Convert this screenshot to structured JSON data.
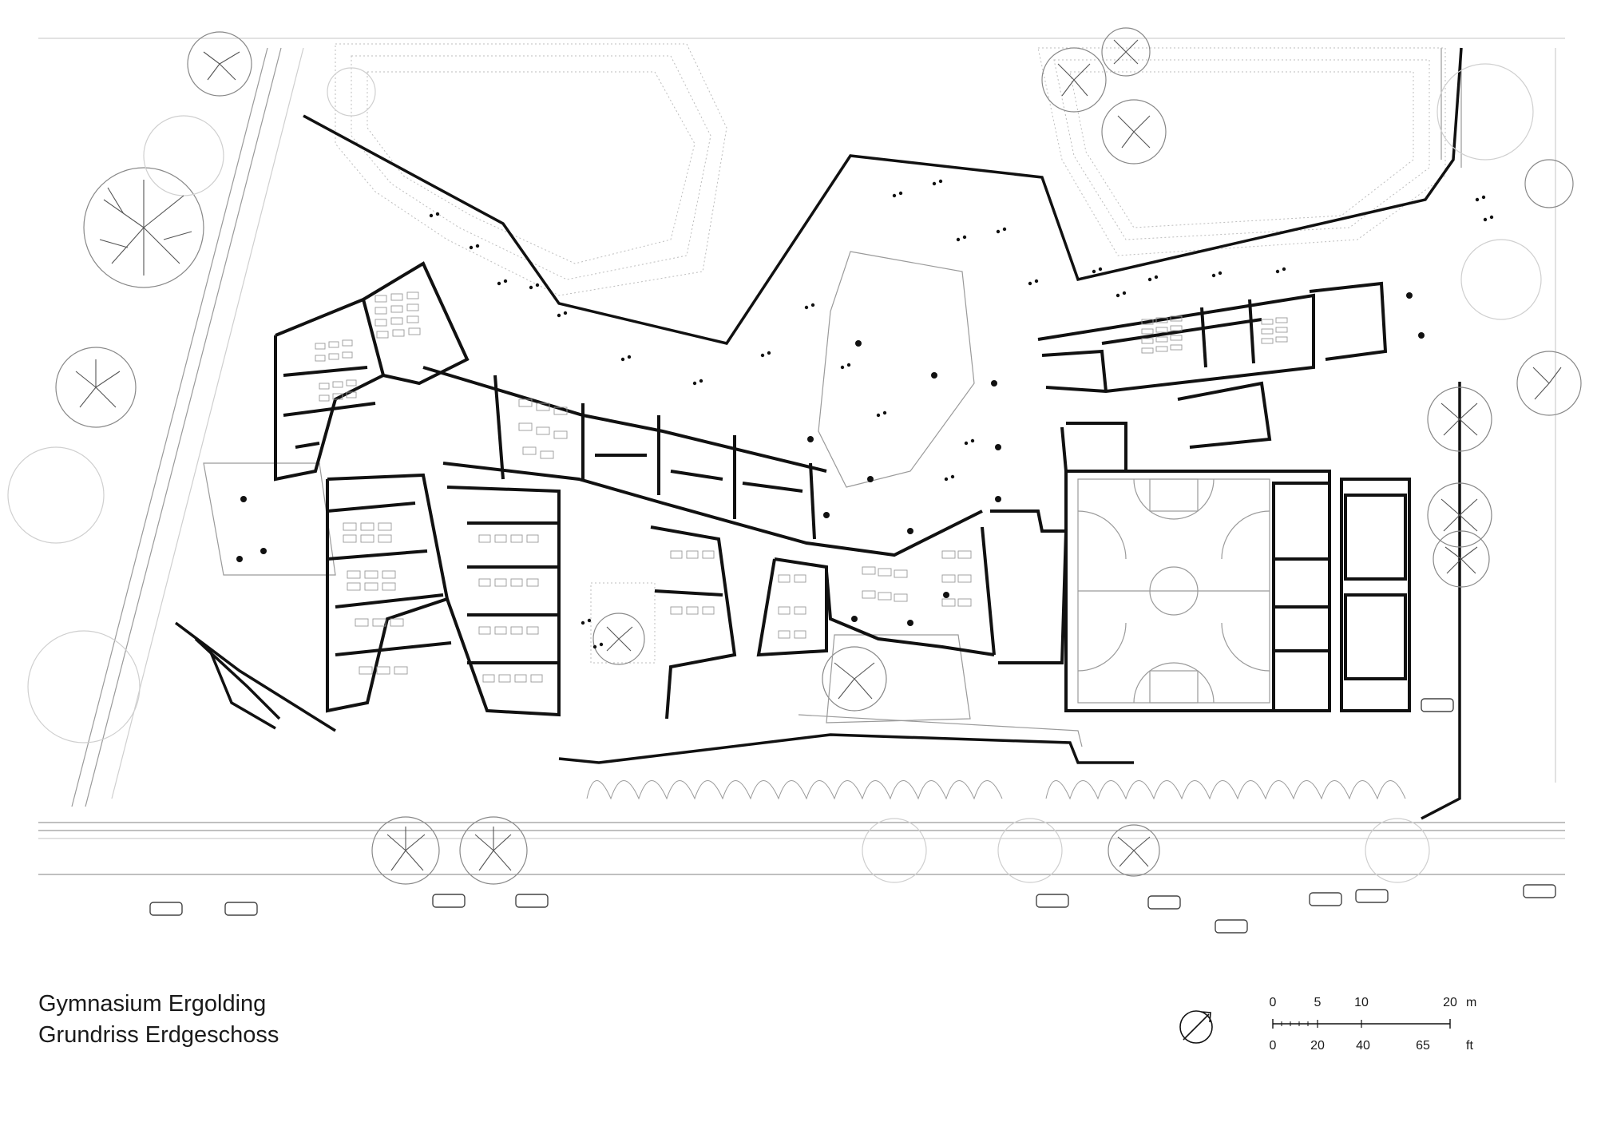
{
  "title_block": {
    "line1": "Gymnasium Ergolding",
    "line2": "Grundriss Erdgeschoss"
  },
  "scale_bar": {
    "metric": {
      "unit": "m",
      "ticks": [
        "0",
        "5",
        "10",
        "20"
      ]
    },
    "imperial": {
      "unit": "ft",
      "ticks": [
        "0",
        "20",
        "40",
        "65"
      ]
    }
  },
  "north_arrow": {
    "icon": "north-arrow-icon"
  },
  "colors": {
    "wall": "#111111",
    "thin_line": "#8a8a8a",
    "vegetation": "#b9b9b9",
    "tree": "#7a7a7a"
  }
}
